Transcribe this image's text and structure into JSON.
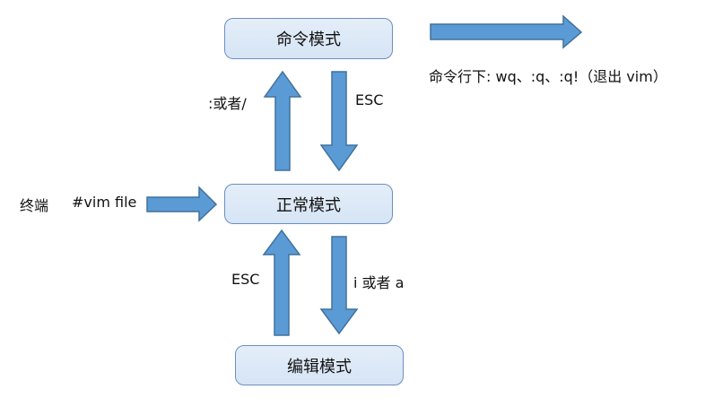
{
  "modes": {
    "command": "命令模式",
    "normal": "正常模式",
    "edit": "编辑模式"
  },
  "transitions": {
    "normal_to_command": ":或者/",
    "command_to_normal": "ESC",
    "edit_to_normal": "ESC",
    "normal_to_edit": "i 或者 a"
  },
  "entry": {
    "terminal": "终端",
    "command": "#vim file"
  },
  "exit_note": "命令行下: wq、:q、:q!（退出 vim）",
  "colors": {
    "arrow_fill": "#5b9bd5",
    "arrow_stroke": "#41719c",
    "box_fill": "#dae6f4",
    "box_border": "#6b8fc2"
  }
}
